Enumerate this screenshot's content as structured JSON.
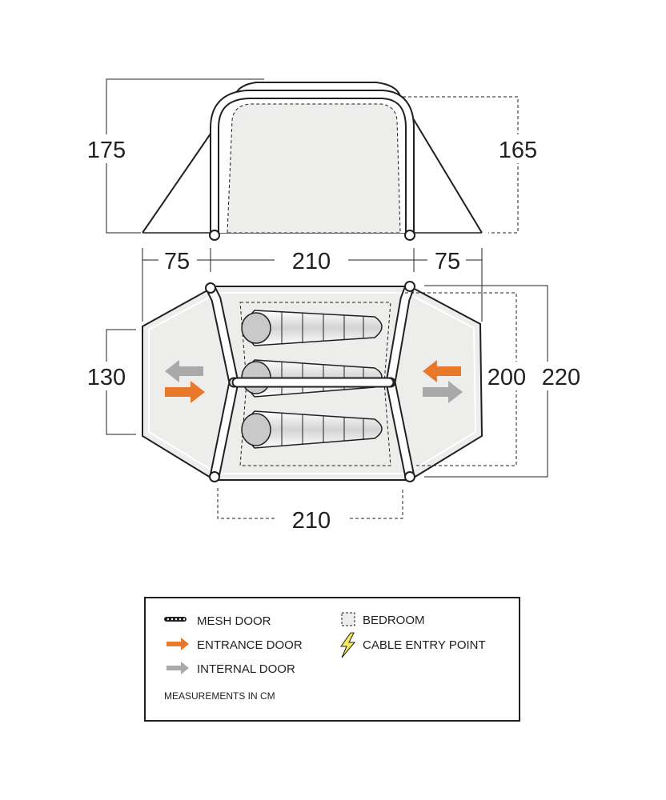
{
  "elevation": {
    "left_height": "175",
    "right_height": "165"
  },
  "plan": {
    "top_left_width": "75",
    "top_center_width": "210",
    "top_right_width": "75",
    "left_height": "130",
    "inner_right_height": "200",
    "outer_right_height": "220",
    "bottom_width": "210"
  },
  "legend": {
    "items": [
      {
        "label": "MESH DOOR",
        "icon": "mesh-door-icon"
      },
      {
        "label": "ENTRANCE DOOR",
        "icon": "orange-arrow-icon"
      },
      {
        "label": "INTERNAL DOOR",
        "icon": "grey-arrow-icon"
      },
      {
        "label": "BEDROOM",
        "icon": "dashed-square-icon"
      },
      {
        "label": "CABLE ENTRY POINT",
        "icon": "lightning-icon"
      }
    ],
    "note": "MEASUREMENTS IN CM"
  },
  "colors": {
    "line": "#231f20",
    "fill": "#ededec",
    "orange": "#e8782a",
    "grey_arrow": "#a9a9a9",
    "bag_shade": "#c9c9c9",
    "bolt": "#f2ea5c"
  }
}
